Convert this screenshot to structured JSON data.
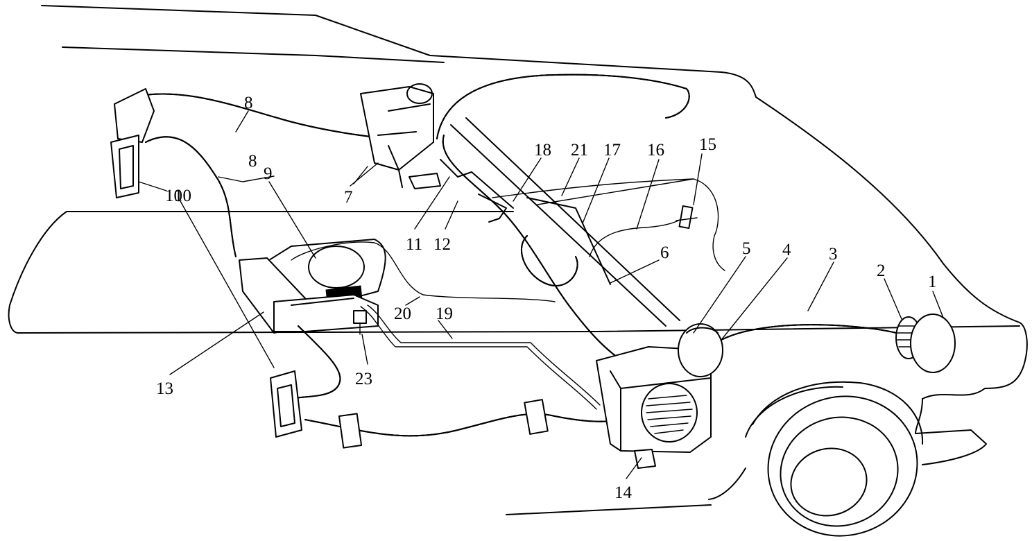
{
  "diagram": {
    "labels": [
      "1",
      "2",
      "3",
      "4",
      "5",
      "6",
      "7",
      "8",
      "8",
      "9",
      "10",
      "10",
      "11",
      "12",
      "13",
      "14",
      "15",
      "16",
      "17",
      "18",
      "19",
      "20",
      "21",
      "23"
    ],
    "colors": {
      "line": "#000000",
      "background": "#ffffff"
    }
  }
}
